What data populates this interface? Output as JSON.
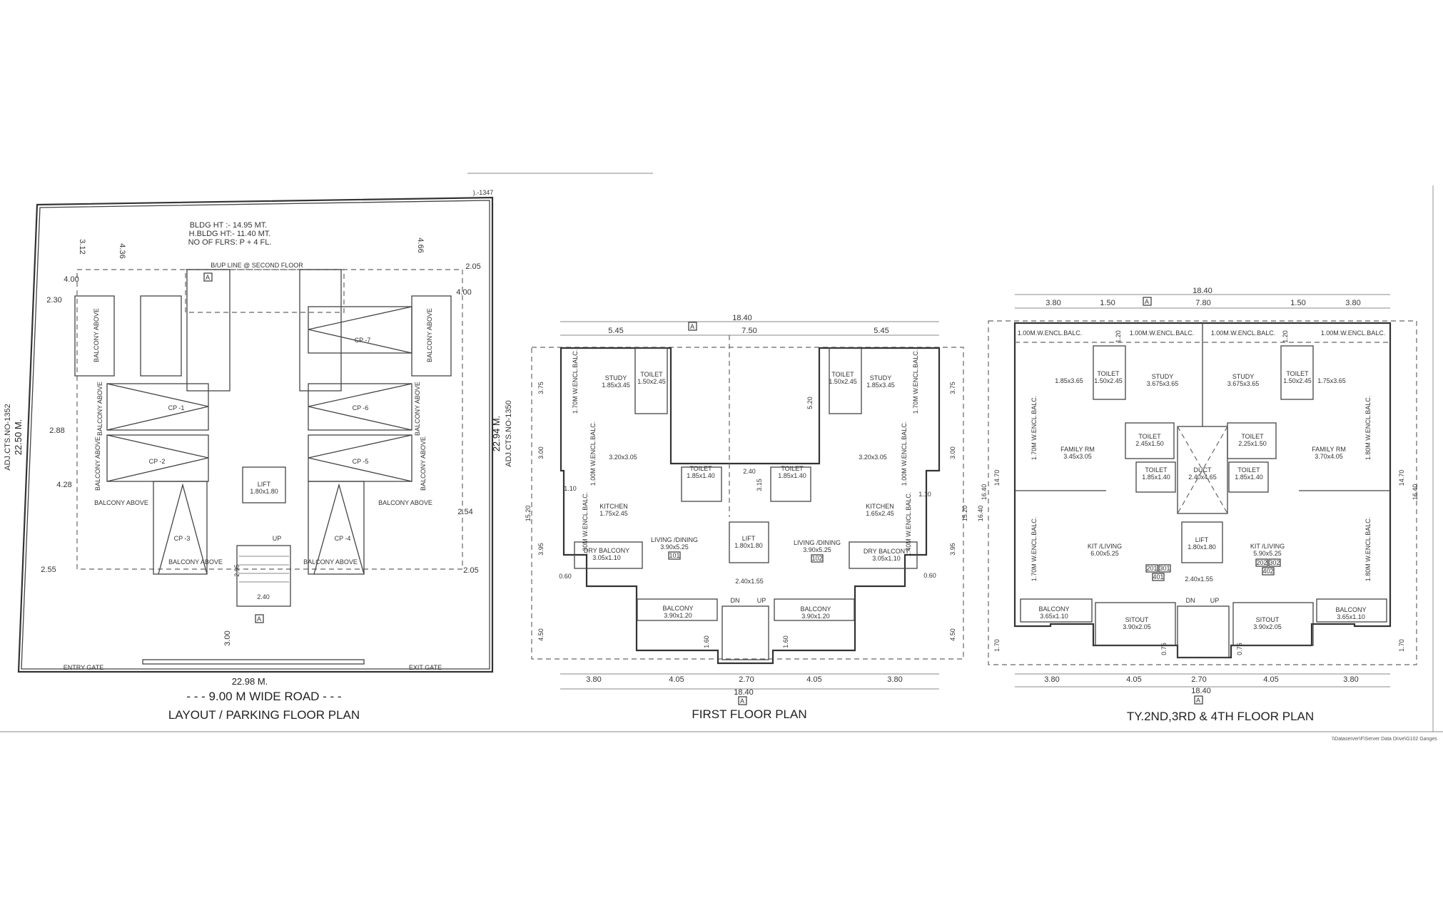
{
  "layout_plan": {
    "title": "LAYOUT / PARKING FLOOR PLAN",
    "road": "- - - 9.00 M WIDE ROAD - - -",
    "front_width": "22.98 M.",
    "bldg_ht": "BLDG HT  :- 14.95 MT.",
    "h_bldg_ht": "H.BLDG HT:- 11.40 MT.",
    "floors": "NO OF FLRS: P + 4 FL.",
    "bup_line": "B/UP LINE @ SECOND FLOOR",
    "left_adj": "ADJ.CTS.NO-1352",
    "left_len": "22.50 M.",
    "right_len": "22.94 M.",
    "right_adj": "ADJ.CTS.NO-1350",
    "top_adj": ").-1347",
    "entry_gate": "ENTRY GATE",
    "exit_gate": "EXIT GATE",
    "section_marker": "A",
    "lift": "LIFT",
    "lift_size": "1.80x1.80",
    "up": "UP",
    "balcony_above": "BALCONY ABOVE",
    "car_parks": [
      "CP -1",
      "CP -2",
      "CP -3",
      "CP -4",
      "CP -5",
      "CP -6",
      "CP -7"
    ],
    "dims": [
      "3.12",
      "4.36",
      "4.00",
      "2.30",
      "2.88",
      "4.28",
      "2.55",
      "4.66",
      "2.05",
      "4.00",
      "2.54",
      "2.05",
      "2.95",
      "2.40",
      "3.00"
    ]
  },
  "first_floor": {
    "title": "FIRST FLOOR PLAN",
    "overall": "18.40",
    "top_dims": [
      "5.45",
      "7.50",
      "5.45"
    ],
    "bottom_dims": [
      "3.80",
      "4.05",
      "2.70",
      "4.05",
      "3.80"
    ],
    "side_dims": [
      "3.75",
      "3.00",
      "15.20",
      "3.95",
      "4.50",
      "16.40",
      "5.20",
      "3.15",
      "1.10",
      "0.60",
      "1.60",
      "2.40"
    ],
    "rooms": {
      "study": "STUDY",
      "study_size": "1.85x3.45",
      "toilet": "TOILET",
      "toilet_a": "1.50x2.45",
      "toilet_b": "1.85x1.40",
      "room": "3.20x3.05",
      "kitchen": "KITCHEN",
      "kitchen_l": "1.75x2.45",
      "kitchen_r": "1.65x2.45",
      "living": "LIVING /DINING",
      "living_size": "3.90x5.25",
      "unit_l": "101",
      "unit_r": "102",
      "lift": "LIFT",
      "lift_size": "1.80x1.80",
      "dry_balcony": "DRY BALCONY",
      "dry_size": "3.05x1.10",
      "lobby": "2.40x1.55",
      "balcony": "BALCONY",
      "balcony_size": "3.90x1.20",
      "encl_170": "1.70M W.ENCL.BALC.",
      "encl_100": "1.00M W.ENCL.BALC.",
      "encl_130": "1.30M W.ENCL.BALC.",
      "encl_140": "1.40M W.ENCL.BALC.",
      "dn": "DN",
      "up": "UP"
    }
  },
  "typical_floor": {
    "title": "TY.2ND,3RD & 4TH FLOOR PLAN",
    "overall": "18.40",
    "top_dims": [
      "3.80",
      "1.50",
      "7.80",
      "1.50",
      "3.80"
    ],
    "bottom_dims": [
      "3.80",
      "4.05",
      "2.70",
      "4.05",
      "3.80"
    ],
    "side_dims": [
      "16.40",
      "14.70",
      "1.70",
      "0.75",
      "1.20"
    ],
    "rooms": {
      "encl_top": "1.00M.W.ENCL.BALC.",
      "room_l": "1.85x3.65",
      "room_r": "1.75x3.65",
      "toilet": "TOILET",
      "toilet_a": "1.50x2.45",
      "toilet_b": "2.45x1.50",
      "toilet_c": "2.25x1.50",
      "toilet_d": "1.85x1.40",
      "study": "STUDY",
      "study_size": "3.675x3.65",
      "family": "FAMILY RM",
      "family_l": "3.45x3.05",
      "family_r": "3.70x4.05",
      "duct": "DUCT",
      "duct_size": "2.40x4.65",
      "kit_living": "KIT /LIVING",
      "kit_l": "6.00x5.25",
      "kit_r": "5.90x5.25",
      "units_l": [
        "201",
        "301",
        "401"
      ],
      "units_r": [
        "202",
        "302",
        "402"
      ],
      "lift": "LIFT",
      "lift_size": "1.80x1.80",
      "lobby": "2.40x1.55",
      "balcony": "BALCONY",
      "balcony_size": "3.65x1.10",
      "sitout": "SITOUT",
      "sitout_size": "3.90x2.05",
      "encl_170": "1.70M W.ENCL.BALC.",
      "encl_180": "1.80M W.ENCL.BALC.",
      "dn": "DN",
      "up": "UP"
    }
  },
  "footer_path": "\\\\Dataserver\\F\\Server Data Drive\\G102 Ganges"
}
